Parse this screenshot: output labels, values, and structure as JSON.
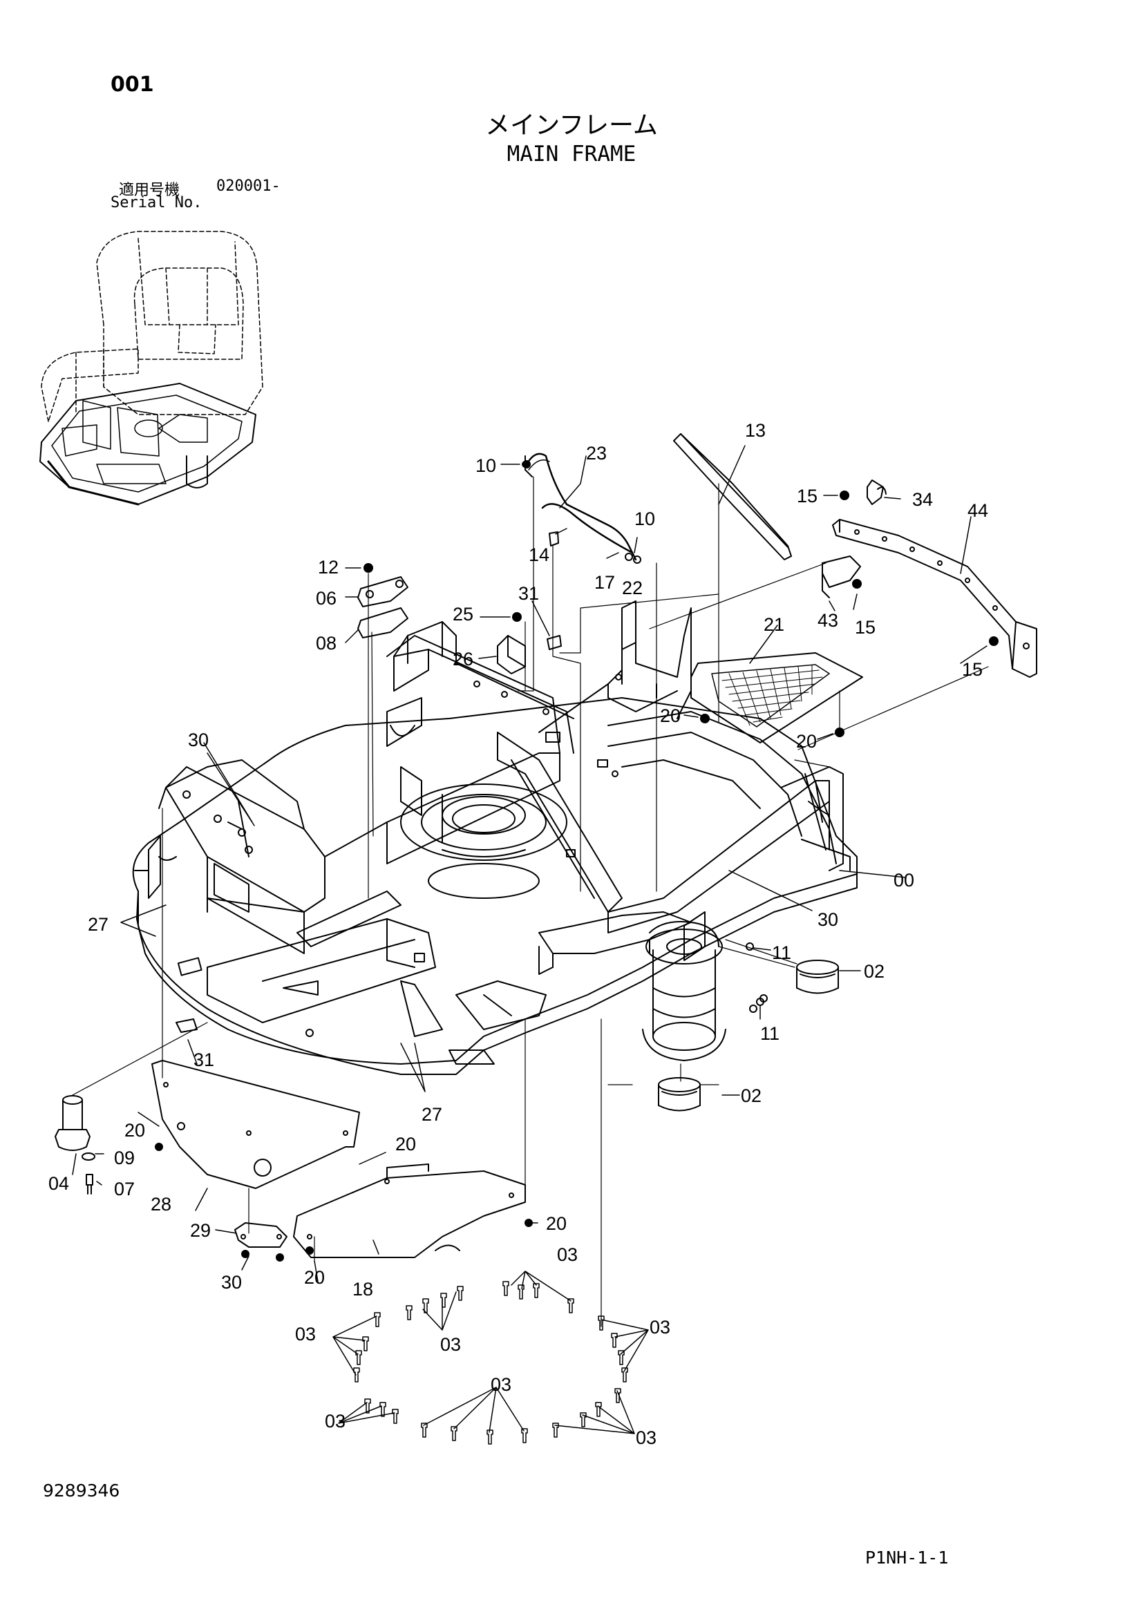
{
  "header": {
    "page_number": "001",
    "title_jp": "メインフレーム",
    "title_en": "MAIN FRAME",
    "serial_label_jp": "適用号機",
    "serial_range": "020001-",
    "serial_label_en": "Serial No."
  },
  "footer": {
    "drawing_number": "9289346",
    "sheet_ref": "P1NH-1-1"
  },
  "callouts": [
    {
      "id": "c-00",
      "text": "00"
    },
    {
      "id": "c-02a",
      "text": "02"
    },
    {
      "id": "c-02b",
      "text": "02"
    },
    {
      "id": "c-03a",
      "text": "03"
    },
    {
      "id": "c-03b",
      "text": "03"
    },
    {
      "id": "c-03c",
      "text": "03"
    },
    {
      "id": "c-03d",
      "text": "03"
    },
    {
      "id": "c-03e",
      "text": "03"
    },
    {
      "id": "c-03f",
      "text": "03"
    },
    {
      "id": "c-03g",
      "text": "03"
    },
    {
      "id": "c-04",
      "text": "04"
    },
    {
      "id": "c-06",
      "text": "06"
    },
    {
      "id": "c-07",
      "text": "07"
    },
    {
      "id": "c-08",
      "text": "08"
    },
    {
      "id": "c-09",
      "text": "09"
    },
    {
      "id": "c-10a",
      "text": "10"
    },
    {
      "id": "c-10b",
      "text": "10"
    },
    {
      "id": "c-11a",
      "text": "11"
    },
    {
      "id": "c-11b",
      "text": "11"
    },
    {
      "id": "c-12",
      "text": "12"
    },
    {
      "id": "c-13",
      "text": "13"
    },
    {
      "id": "c-14",
      "text": "14"
    },
    {
      "id": "c-15a",
      "text": "15"
    },
    {
      "id": "c-15b",
      "text": "15"
    },
    {
      "id": "c-15c",
      "text": "15"
    },
    {
      "id": "c-17",
      "text": "17"
    },
    {
      "id": "c-18",
      "text": "18"
    },
    {
      "id": "c-20a",
      "text": "20"
    },
    {
      "id": "c-20b",
      "text": "20"
    },
    {
      "id": "c-20c",
      "text": "20"
    },
    {
      "id": "c-20d",
      "text": "20"
    },
    {
      "id": "c-20e",
      "text": "20"
    },
    {
      "id": "c-20f",
      "text": "20"
    },
    {
      "id": "c-21",
      "text": "21"
    },
    {
      "id": "c-22",
      "text": "22"
    },
    {
      "id": "c-23",
      "text": "23"
    },
    {
      "id": "c-25",
      "text": "25"
    },
    {
      "id": "c-26",
      "text": "26"
    },
    {
      "id": "c-27a",
      "text": "27"
    },
    {
      "id": "c-27b",
      "text": "27"
    },
    {
      "id": "c-28",
      "text": "28"
    },
    {
      "id": "c-29",
      "text": "29"
    },
    {
      "id": "c-30a",
      "text": "30"
    },
    {
      "id": "c-30b",
      "text": "30"
    },
    {
      "id": "c-30c",
      "text": "30"
    },
    {
      "id": "c-31a",
      "text": "31"
    },
    {
      "id": "c-31b",
      "text": "31"
    },
    {
      "id": "c-34",
      "text": "34"
    },
    {
      "id": "c-43",
      "text": "43"
    },
    {
      "id": "c-44",
      "text": "44"
    }
  ]
}
